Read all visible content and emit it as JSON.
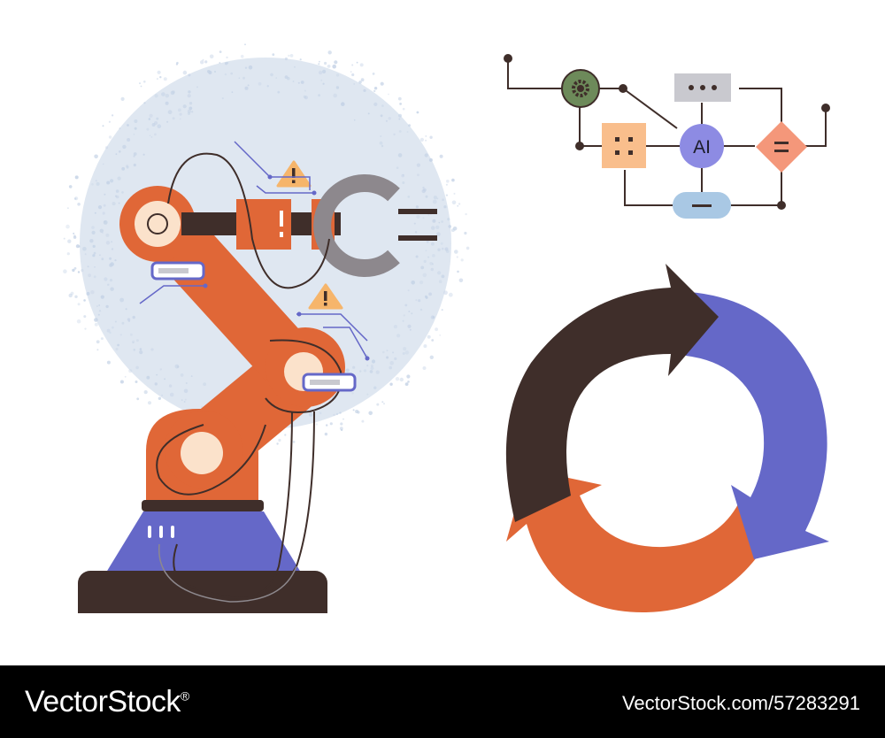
{
  "illustration": {
    "flowchart_center_label": "AI",
    "colors": {
      "robot_orange": "#E06737",
      "robot_base_purple": "#6568C8",
      "robot_base_dark": "#3F2E2A",
      "joint_cream": "#FBE2CB",
      "gripper_gray": "#8D888D",
      "haze_blue": "#C5D3E6",
      "warning_yellow": "#F6B56B",
      "arrow_dark": "#3F2E2A",
      "arrow_purple": "#6568C8",
      "arrow_orange": "#E06737",
      "node_green": "#6D8A5A",
      "node_gray": "#C9C9CF",
      "node_peach": "#F9BE8C",
      "node_purple": "#8D8BE3",
      "node_salmon": "#F4977A",
      "node_light_blue": "#A9C8E4"
    },
    "icons": [
      "robot-arm-icon",
      "gripper-icon",
      "warning-icon",
      "gear-icon",
      "cycle-arrows-icon",
      "flowchart-icon"
    ]
  },
  "footer": {
    "brand": "VectorStock",
    "brand_mark": "®",
    "image_id": "VectorStock.com/57283291"
  }
}
